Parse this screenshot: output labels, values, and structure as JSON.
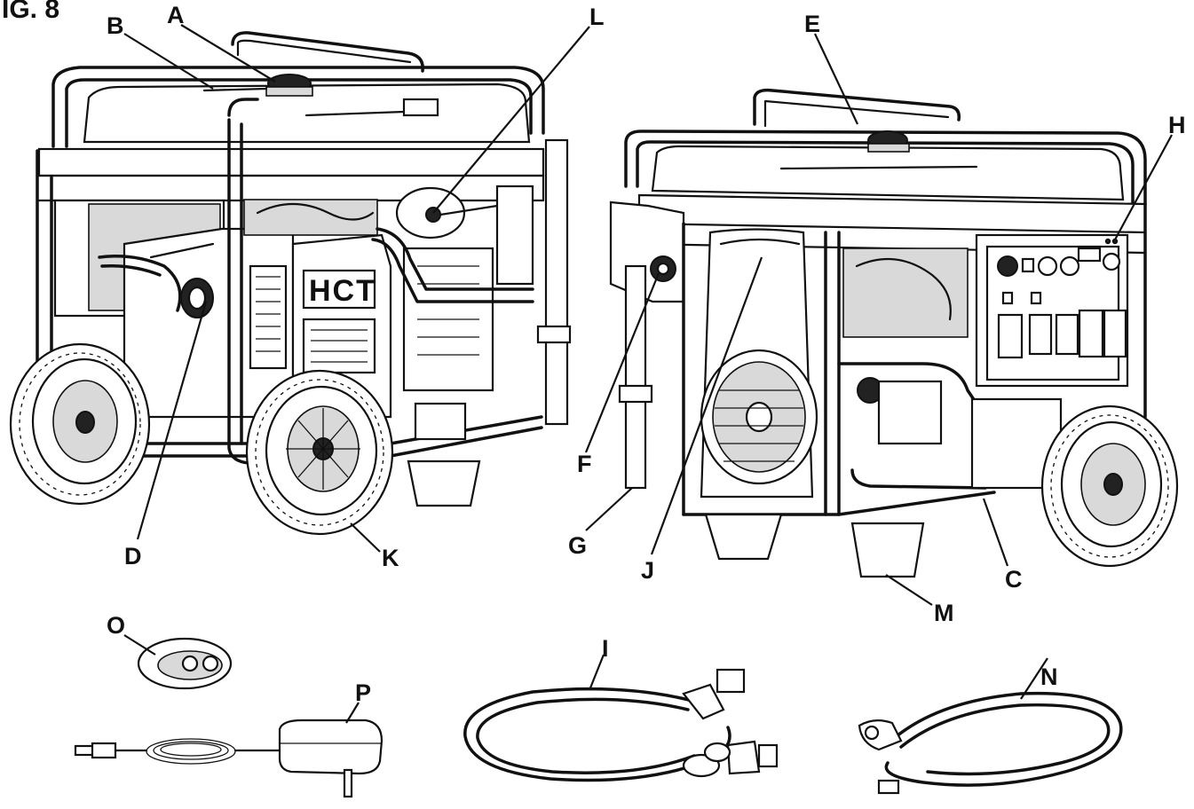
{
  "figure": {
    "title": "IG. 8"
  },
  "brand_text": "HCT",
  "labels": {
    "A": "A",
    "B": "B",
    "C": "C",
    "D": "D",
    "E": "E",
    "F": "F",
    "G": "G",
    "H": "H",
    "I": "I",
    "J": "J",
    "K": "K",
    "L": "L",
    "M": "M",
    "N": "N",
    "O": "O",
    "P": "P"
  },
  "icons": [
    "generator-front-view",
    "generator-rear-view",
    "remote-fob-icon",
    "ac-adapter-icon",
    "propane-hose-regulator-icon",
    "parallel-cable-icon"
  ]
}
